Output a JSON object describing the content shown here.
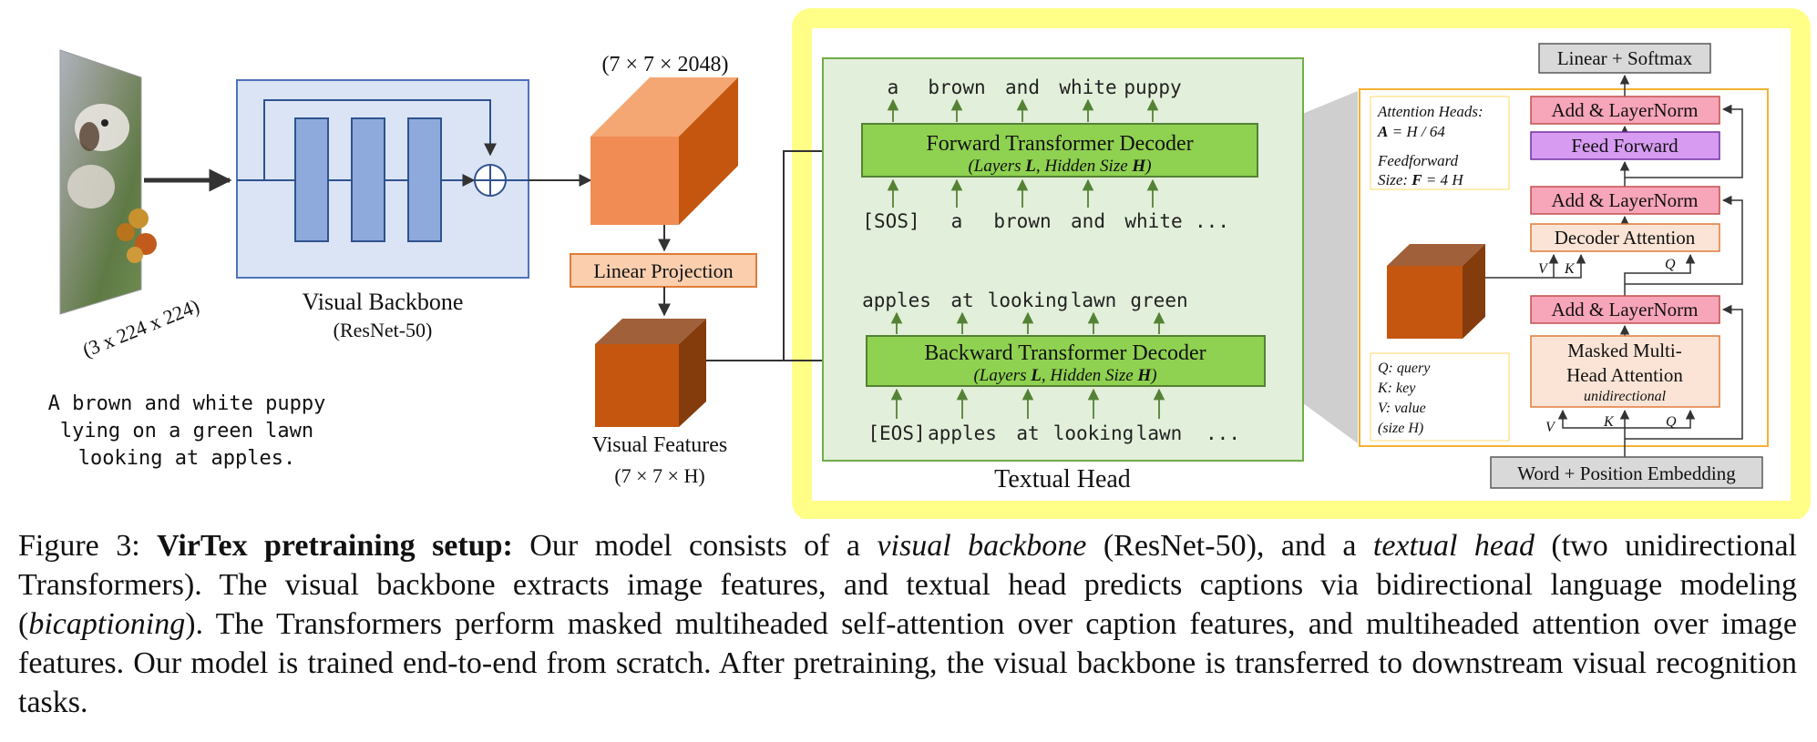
{
  "diagram": {
    "input_dims": "(3 x 224 x 224)",
    "input_caption": [
      "A brown and white puppy",
      "lying on a green lawn",
      "looking at apples."
    ],
    "backbone_label": "Visual Backbone",
    "backbone_sublabel": "(ResNet-50)",
    "feature_dims": "(7 × 7 × 2048)",
    "linear_projection": "Linear Projection",
    "visual_features_label": "Visual Features",
    "visual_features_dims": "(7 × 7 × H)",
    "textual_head_label": "Textual Head",
    "forward": {
      "title": "Forward Transformer Decoder",
      "subtitle_a": "(Layers ",
      "subtitle_L": "L",
      "subtitle_b": ", Hidden Size ",
      "subtitle_H": "H",
      "subtitle_c": ")",
      "outputs": [
        "a",
        "brown",
        "and",
        "white",
        "puppy"
      ],
      "inputs": [
        "[SOS]",
        "a",
        "brown",
        "and",
        "white",
        "..."
      ]
    },
    "backward": {
      "title": "Backward Transformer Decoder",
      "subtitle_a": "(Layers ",
      "subtitle_L": "L",
      "subtitle_b": ", Hidden Size ",
      "subtitle_H": "H",
      "subtitle_c": ")",
      "outputs": [
        "apples",
        "at",
        "looking",
        "lawn",
        "green"
      ],
      "inputs": [
        "[EOS]",
        "apples",
        "at",
        "looking",
        "lawn",
        "..."
      ]
    },
    "decoder_detail": {
      "attention_heads_title": "Attention Heads:",
      "attention_heads_formula_a": "A",
      "attention_heads_formula_b": " = H / 64",
      "feedforward_title": "Feedforward",
      "feedforward_size_a": "Size: ",
      "feedforward_size_b": "F",
      "feedforward_size_c": " = 4 H",
      "linear_softmax": "Linear + Softmax",
      "add_norm": "Add & LayerNorm",
      "feed_forward": "Feed Forward",
      "decoder_attention": "Decoder Attention",
      "masked_attention_line1": "Masked Multi-",
      "masked_attention_line2": "Head Attention",
      "masked_attention_sub": "unidirectional",
      "embedding": "Word + Position Embedding",
      "legend": [
        "Q: query",
        "K: key",
        "V: value",
        "(size H)"
      ],
      "label_V": "V",
      "label_K": "K",
      "label_Q": "Q"
    },
    "colors": {
      "highlight": "#ffff88",
      "backbone_fill": "#dae4f5",
      "backbone_stroke": "#4f73b8",
      "block_fill": "#8eaadc",
      "cube_light": "#f08c54",
      "cube_dark": "#c5560f",
      "textual_head_fill": "#e2efda",
      "decoder_fill": "#8fd150",
      "add_norm_fill": "#f7a5b8",
      "feed_forward_fill": "#d79cf2",
      "attention_fill": "#fbe4d5",
      "gray_box": "#d9d9d9"
    }
  },
  "caption": {
    "figure_label": "Figure 3: ",
    "bold_title": "VirTex pretraining setup:",
    "t1": " Our model consists of a ",
    "i1": "visual backbone",
    "t2": " (ResNet-50), and a ",
    "i2": "textual head",
    "t3": " (two unidirectional Transformers). The visual backbone extracts image features, and textual head predicts captions via bidirectional language modeling (",
    "i3": "bicaptioning",
    "t4": "). The Transformers perform masked multiheaded self-attention over caption features, and multiheaded attention over image features.  Our model is trained end-to-end from scratch.  After pretraining, the visual backbone is transferred to downstream visual recognition tasks."
  }
}
